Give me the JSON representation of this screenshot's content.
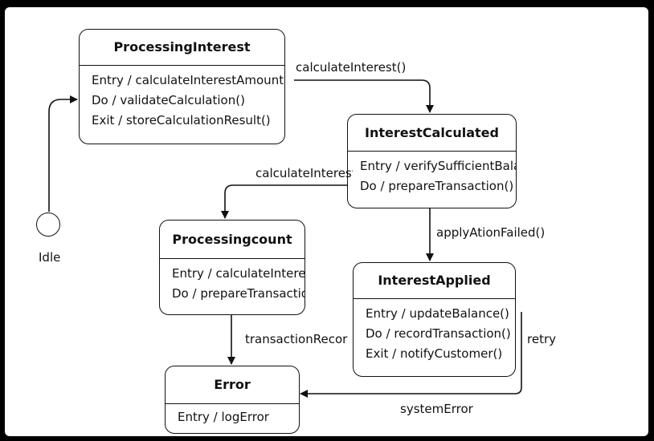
{
  "diagram": {
    "initial_state": {
      "label": "Idle"
    },
    "states": {
      "processing_interest": {
        "name": "ProcessingInterest",
        "actions": [
          "Entry / calculateInterestAmount()",
          "Do / validateCalculation()",
          "Exit / storeCalculationResult()"
        ]
      },
      "interest_calculated": {
        "name": "InterestCalculated",
        "actions": [
          "Entry / verifySufficientBalance()",
          "Do / prepareTransaction()"
        ]
      },
      "processing_count": {
        "name": "Processingcount",
        "actions": [
          "Entry / calculateInterest",
          "Do / prepareTransaction"
        ]
      },
      "interest_applied": {
        "name": "InterestApplied",
        "actions": [
          "Entry / updateBalance()",
          "Do / recordTransaction()",
          "Exit / notifyCustomer()"
        ]
      },
      "error": {
        "name": "Error",
        "actions": [
          "Entry / logError"
        ]
      }
    },
    "transitions": {
      "calculate_interest": "calculateInterest()",
      "calculate_interest_2": "calculateInterest",
      "apply_action_failed": "applyAtionFailed()",
      "transaction_record": "transactionRecor",
      "retry": "retry",
      "system_error": "systemError"
    }
  }
}
